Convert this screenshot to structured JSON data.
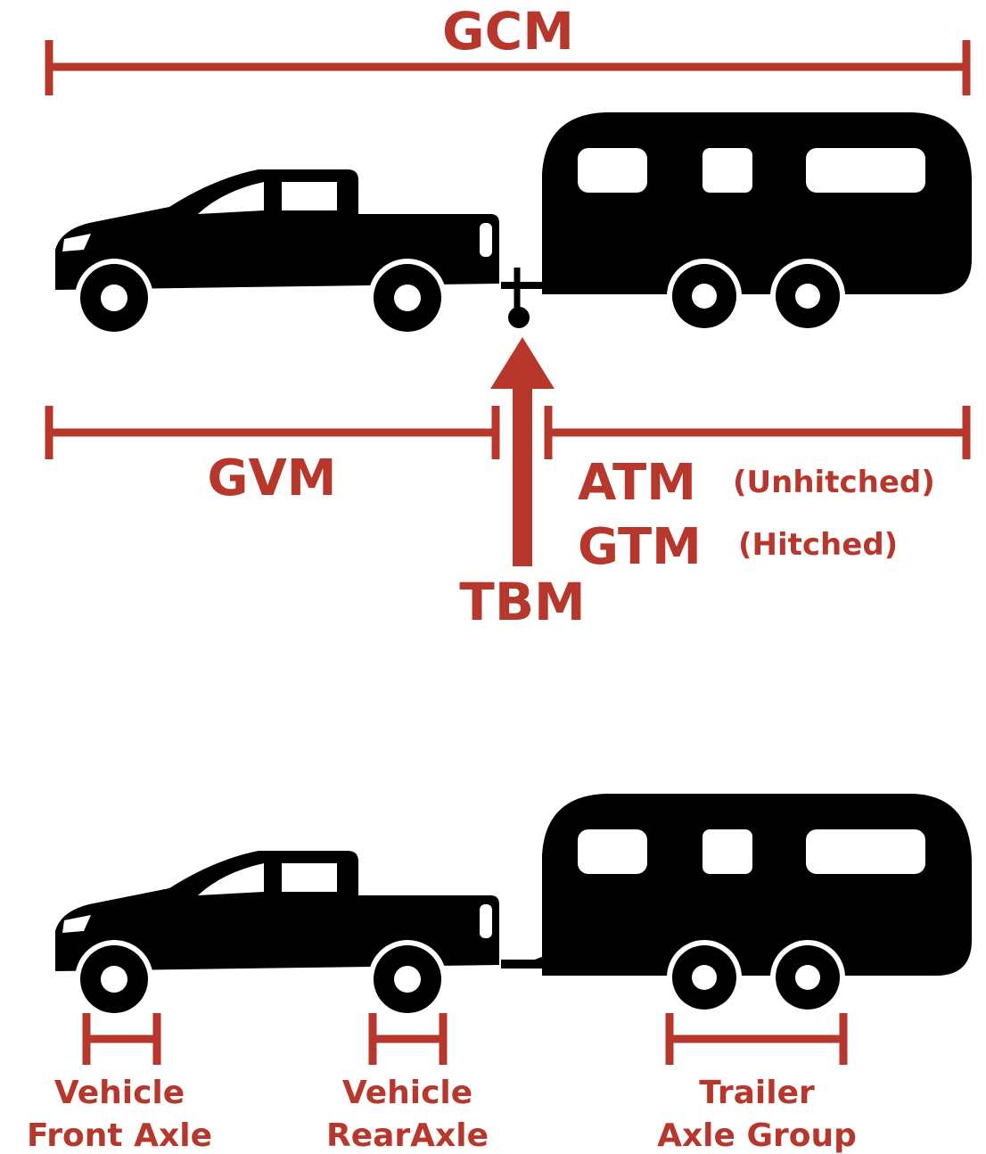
{
  "colors": {
    "accent": "#b7372c",
    "silhouette": "#000000",
    "background": "#ffffff"
  },
  "labels": {
    "gcm": "GCM",
    "gvm": "GVM",
    "atm": "ATM",
    "atm_note": "(Unhitched)",
    "gtm": "GTM",
    "gtm_note": "(Hitched)",
    "tbm": "TBM",
    "front_axle_line1": "Vehicle",
    "front_axle_line2": "Front Axle",
    "rear_axle_line1": "Vehicle",
    "rear_axle_line2": "RearAxle",
    "trailer_axle_line1": "Trailer",
    "trailer_axle_line2": "Axle Group"
  },
  "icons": {
    "vehicle": "ute-icon",
    "trailer": "caravan-icon",
    "hitch": "tow-hitch-icon"
  }
}
